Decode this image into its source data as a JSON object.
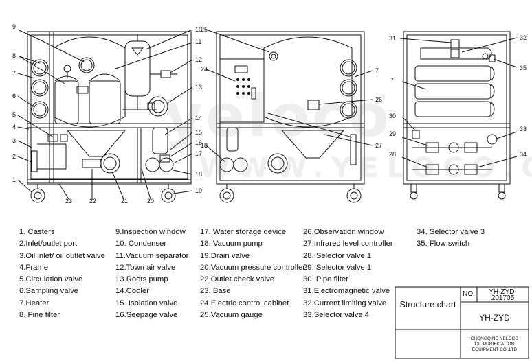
{
  "watermark": {
    "main": "yeloco",
    "sub": "WWW.YELOCO.COM"
  },
  "callouts": {
    "left": [
      "9",
      "10",
      "8",
      "11",
      "12",
      "7",
      "13",
      "6",
      "14",
      "5",
      "15",
      "4",
      "16",
      "3",
      "17",
      "2",
      "18",
      "19",
      "1",
      "23",
      "22",
      "21",
      "20"
    ],
    "middle": [
      "25",
      "24",
      "7",
      "26",
      "18",
      "27"
    ],
    "right": [
      "31",
      "32",
      "7",
      "35",
      "30",
      "33",
      "29",
      "28",
      "34"
    ]
  },
  "legend": {
    "col1": [
      "1. Casters",
      "2.Inlet/outlet  port",
      "3.Oil inlet/ oil outlet valve",
      "4.Frame",
      "5.Circulation valve",
      "6.Sampling valve",
      "7.Heater",
      "8. Fine filter"
    ],
    "col2": [
      "9.Inspection window",
      "10. Condenser",
      "11.Vacuum separator",
      "12.Town air valve",
      "13.Roots pump",
      "14.Cooler",
      "15. Isolation valve",
      "16.Seepage valve"
    ],
    "col3": [
      "17. Water storage device",
      "18. Vacuum pump",
      "19.Drain valve",
      "20.Vacuum pressure controller",
      "22.Outlet check valve",
      "23. Base",
      "24.Electric control cabinet",
      "25.Vacuum gauge"
    ],
    "col4": [
      "26.Observation window",
      "27.Infrared level controller",
      "28. Selector valve 1",
      "29. Selector valve 1",
      "30. Pipe filter",
      "31.Electromagnetic valve",
      "32.Current limiting valve",
      "33.Selector valve 4"
    ],
    "col5": [
      "34. Selector valve 3",
      "35. Flow switch"
    ]
  },
  "title_block": {
    "chart_name": "Structure chart",
    "no_label": "NO.",
    "no_value_line1": "YH-ZYD-",
    "no_value_line2": "201705",
    "model": "YH-ZYD",
    "company_line1": "CHONGQING YELOCO",
    "company_line2": "OIL PURIFICATION",
    "company_line3": "EQUIPMENT CO.,LTD"
  }
}
